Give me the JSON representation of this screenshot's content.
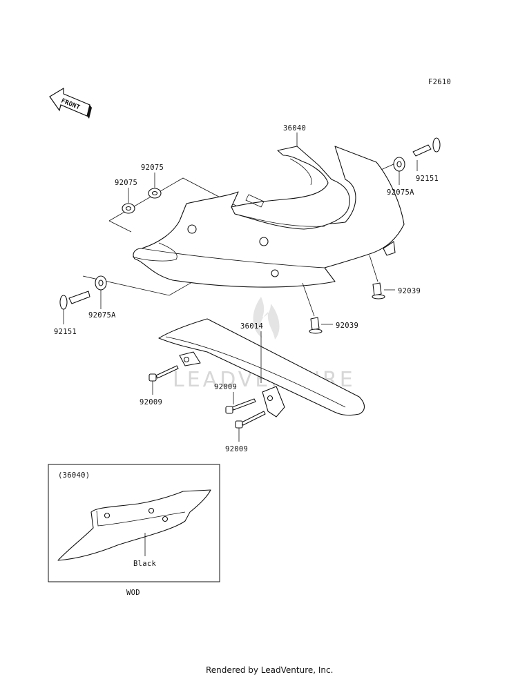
{
  "diagram_code": "F2610",
  "front_label": "FRONT",
  "watermark": "LEADVENTURE",
  "labels": {
    "p36040": "36040",
    "p36014": "36014",
    "p92075_a": "92075",
    "p92075_b": "92075",
    "p92075A_right": "92075A",
    "p92075A_left": "92075A",
    "p92151_right": "92151",
    "p92151_left": "92151",
    "p92039_a": "92039",
    "p92039_b": "92039",
    "p92009_a": "92009",
    "p92009_b": "92009",
    "p92009_c": "92009"
  },
  "inset": {
    "ref": "(36040)",
    "color_note": "Black",
    "variant_code": "WOD"
  },
  "footer": "Rendered by LeadVenture, Inc."
}
